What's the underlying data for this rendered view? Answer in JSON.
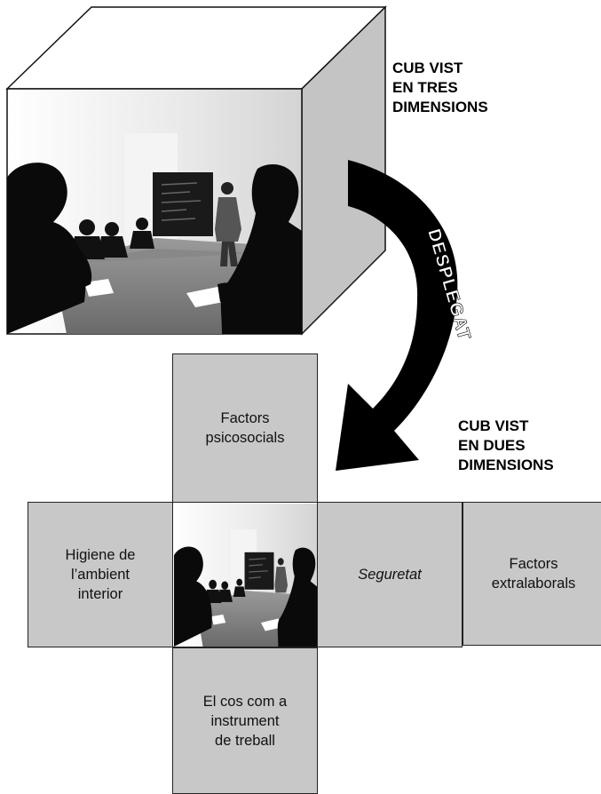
{
  "cube_3d": {
    "label_lines": [
      "CUB VIST",
      "EN TRES",
      "DIMENSIONS"
    ],
    "photo_icon": "meeting-room-photo"
  },
  "arrow": {
    "label": "DESPLEGAT",
    "color": "#000000"
  },
  "cube_2d": {
    "label_lines": [
      "CUB VIST",
      "EN DUES",
      "DIMENSIONS"
    ],
    "face_color": "#c8c8c8",
    "faces": {
      "top": [
        "Factors",
        "psicosocials"
      ],
      "left": [
        "Higiene de",
        "l’ambient",
        "interior"
      ],
      "right": [
        "Seguretat"
      ],
      "far_right": [
        "Factors",
        "extralaborals"
      ],
      "bottom": [
        "El cos com a",
        "instrument",
        "de treball"
      ],
      "center_icon": "meeting-room-photo"
    }
  }
}
